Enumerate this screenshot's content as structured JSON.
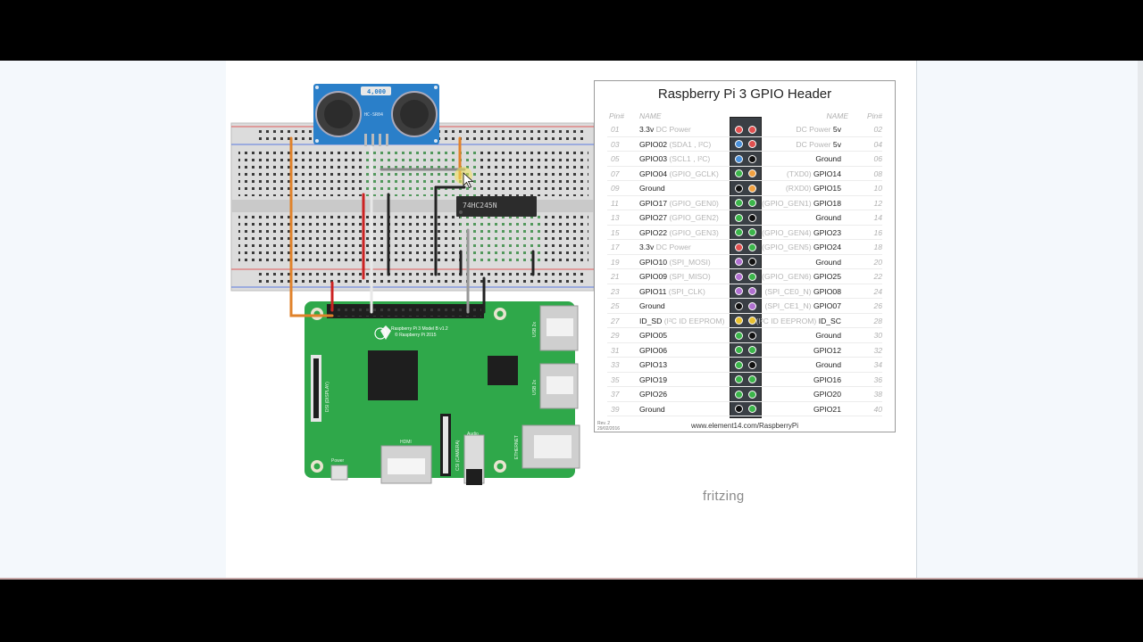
{
  "app": {
    "watermark": "fritzing"
  },
  "sensor": {
    "label": "HC-SR04",
    "badge": "4,000"
  },
  "ic": {
    "label": "74HC245N"
  },
  "pi_board": {
    "model": "Raspberry Pi 3 Model B v1.2",
    "copyright": "© Raspberry Pi 2015",
    "labels": {
      "usb1": "USB 2x",
      "usb2": "USB 2x",
      "ethernet": "ETHERNET",
      "hdmi": "HDMI",
      "audio": "Audio",
      "power": "Power",
      "display": "DSI (DISPLAY)",
      "camera": "CSI (CAMERA)"
    }
  },
  "gpio_header": {
    "title": "Raspberry Pi 3 GPIO Header",
    "col_pin_left": "Pin#",
    "col_name_left": "NAME",
    "col_name_right": "NAME",
    "col_pin_right": "Pin#",
    "rev": "Rev. 2",
    "date": "29/02/2016",
    "website": "www.element14.com/RaspberryPi",
    "rows": [
      {
        "lp": "01",
        "ln": "3.3v",
        "la": " DC Power",
        "lc": "#e05050",
        "rc": "#e05050",
        "rn": "5v",
        "ra": "DC Power ",
        "rp": "02"
      },
      {
        "lp": "03",
        "ln": "GPIO02",
        "la": " (SDA1 , I²C)",
        "lc": "#4a90d9",
        "rc": "#e05050",
        "rn": "5v",
        "ra": "DC Power ",
        "rp": "04"
      },
      {
        "lp": "05",
        "ln": "GPIO03",
        "la": " (SCL1 , I²C)",
        "lc": "#4a90d9",
        "rc": "#111111",
        "rn": "Ground",
        "ra": "",
        "rp": "06"
      },
      {
        "lp": "07",
        "ln": "GPIO04",
        "la": " (GPIO_GCLK)",
        "lc": "#3bb54a",
        "rc": "#f0a040",
        "rn": "GPIO14",
        "ra": "(TXD0) ",
        "rp": "08"
      },
      {
        "lp": "09",
        "ln": "Ground",
        "la": "",
        "lc": "#111111",
        "rc": "#f0a040",
        "rn": "GPIO15",
        "ra": "(RXD0) ",
        "rp": "10"
      },
      {
        "lp": "11",
        "ln": "GPIO17",
        "la": " (GPIO_GEN0)",
        "lc": "#3bb54a",
        "rc": "#3bb54a",
        "rn": "GPIO18",
        "ra": "(GPIO_GEN1) ",
        "rp": "12"
      },
      {
        "lp": "13",
        "ln": "GPIO27",
        "la": " (GPIO_GEN2)",
        "lc": "#3bb54a",
        "rc": "#111111",
        "rn": "Ground",
        "ra": "",
        "rp": "14"
      },
      {
        "lp": "15",
        "ln": "GPIO22",
        "la": " (GPIO_GEN3)",
        "lc": "#3bb54a",
        "rc": "#3bb54a",
        "rn": "GPIO23",
        "ra": "(GPIO_GEN4) ",
        "rp": "16"
      },
      {
        "lp": "17",
        "ln": "3.3v",
        "la": " DC Power",
        "lc": "#e05050",
        "rc": "#3bb54a",
        "rn": "GPIO24",
        "ra": "(GPIO_GEN5) ",
        "rp": "18"
      },
      {
        "lp": "19",
        "ln": "GPIO10",
        "la": " (SPI_MOSI)",
        "lc": "#b070d0",
        "rc": "#111111",
        "rn": "Ground",
        "ra": "",
        "rp": "20"
      },
      {
        "lp": "21",
        "ln": "GPIO09",
        "la": " (SPI_MISO)",
        "lc": "#b070d0",
        "rc": "#3bb54a",
        "rn": "GPIO25",
        "ra": "(GPIO_GEN6) ",
        "rp": "22"
      },
      {
        "lp": "23",
        "ln": "GPIO11",
        "la": " (SPI_CLK)",
        "lc": "#b070d0",
        "rc": "#b070d0",
        "rn": "GPIO08",
        "ra": "(SPI_CE0_N) ",
        "rp": "24"
      },
      {
        "lp": "25",
        "ln": "Ground",
        "la": "",
        "lc": "#111111",
        "rc": "#b070d0",
        "rn": "GPIO07",
        "ra": "(SPI_CE1_N) ",
        "rp": "26"
      },
      {
        "lp": "27",
        "ln": "ID_SD",
        "la": " (I²C ID EEPROM)",
        "lc": "#e8c030",
        "rc": "#e8c030",
        "rn": "ID_SC",
        "ra": "(I²C ID EEPROM) ",
        "rp": "28"
      },
      {
        "lp": "29",
        "ln": "GPIO05",
        "la": "",
        "lc": "#3bb54a",
        "rc": "#111111",
        "rn": "Ground",
        "ra": "",
        "rp": "30"
      },
      {
        "lp": "31",
        "ln": "GPIO06",
        "la": "",
        "lc": "#3bb54a",
        "rc": "#3bb54a",
        "rn": "GPIO12",
        "ra": "",
        "rp": "32"
      },
      {
        "lp": "33",
        "ln": "GPIO13",
        "la": "",
        "lc": "#3bb54a",
        "rc": "#111111",
        "rn": "Ground",
        "ra": "",
        "rp": "34"
      },
      {
        "lp": "35",
        "ln": "GPIO19",
        "la": "",
        "lc": "#3bb54a",
        "rc": "#3bb54a",
        "rn": "GPIO16",
        "ra": "",
        "rp": "36"
      },
      {
        "lp": "37",
        "ln": "GPIO26",
        "la": "",
        "lc": "#3bb54a",
        "rc": "#3bb54a",
        "rn": "GPIO20",
        "ra": "",
        "rp": "38"
      },
      {
        "lp": "39",
        "ln": "Ground",
        "la": "",
        "lc": "#111111",
        "rc": "#3bb54a",
        "rn": "GPIO21",
        "ra": "",
        "rp": "40"
      }
    ]
  },
  "colors": {
    "board_green": "#2fa84a",
    "sensor_blue": "#2a7fc9",
    "wire_orange": "#e0822a",
    "wire_red": "#cc2222",
    "wire_black": "#222222",
    "wire_white": "#e8e8e8",
    "wire_gray": "#888888"
  }
}
